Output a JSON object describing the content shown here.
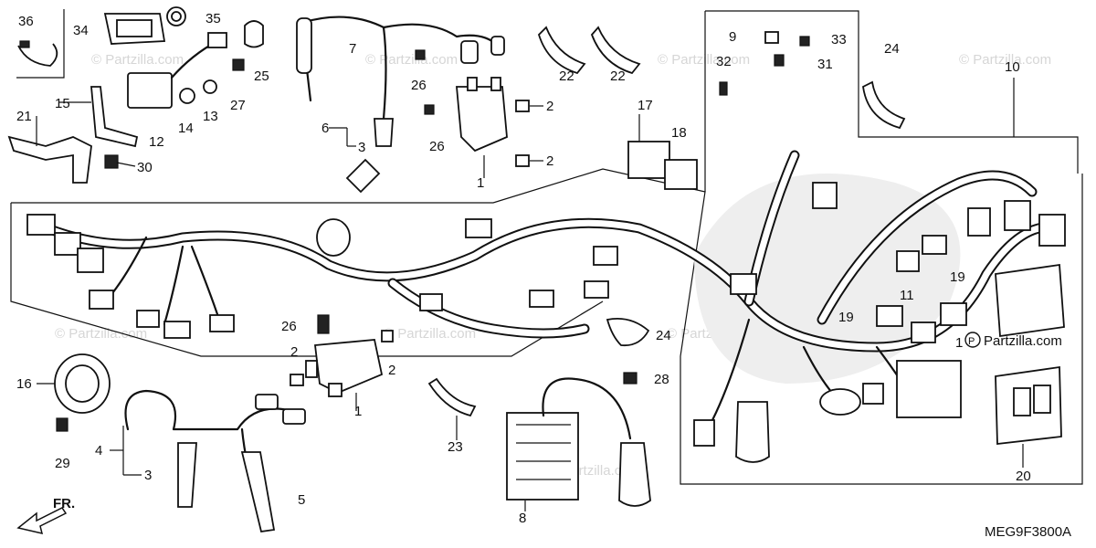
{
  "diagram": {
    "code": "MEG9F3800A",
    "front_label": "FR.",
    "watermarks": [
      "© Partzilla.com",
      "© Partzilla.com",
      "© Partzilla.com",
      "© Partzilla.com",
      "© Partzilla.com",
      "© Partzilla.com",
      "© Partzilla.com",
      "© Partzilla.com"
    ],
    "brand_logo_text": "Partzilla.com",
    "callouts": [
      "36",
      "34",
      "35",
      "25",
      "7",
      "26",
      "22",
      "22",
      "9",
      "33",
      "32",
      "31",
      "24",
      "10",
      "15",
      "14",
      "13",
      "27",
      "12",
      "21",
      "30",
      "6",
      "3",
      "26",
      "2",
      "2",
      "1",
      "17",
      "18",
      "26",
      "16",
      "29",
      "4",
      "3",
      "5",
      "2",
      "2",
      "1",
      "23",
      "24",
      "28",
      "8",
      "19",
      "19",
      "11",
      "20",
      "1"
    ]
  }
}
